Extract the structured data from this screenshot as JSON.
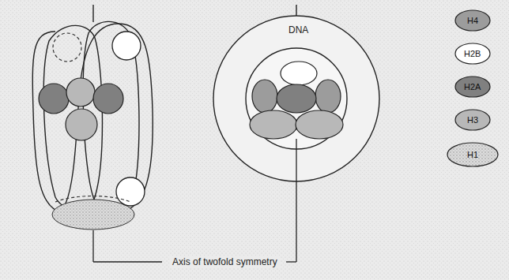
{
  "diagram": {
    "labels": [
      "DNA",
      "Axis of twofold symmetry"
    ],
    "legend": [
      {
        "text": "H4",
        "color": "#9c9c9c"
      },
      {
        "text": "H2B",
        "color": "#ffffff"
      },
      {
        "text": "H2A",
        "color": "#808080"
      },
      {
        "text": "H3",
        "color": "#b8b8b8"
      },
      {
        "text": "H1"
      }
    ]
  }
}
